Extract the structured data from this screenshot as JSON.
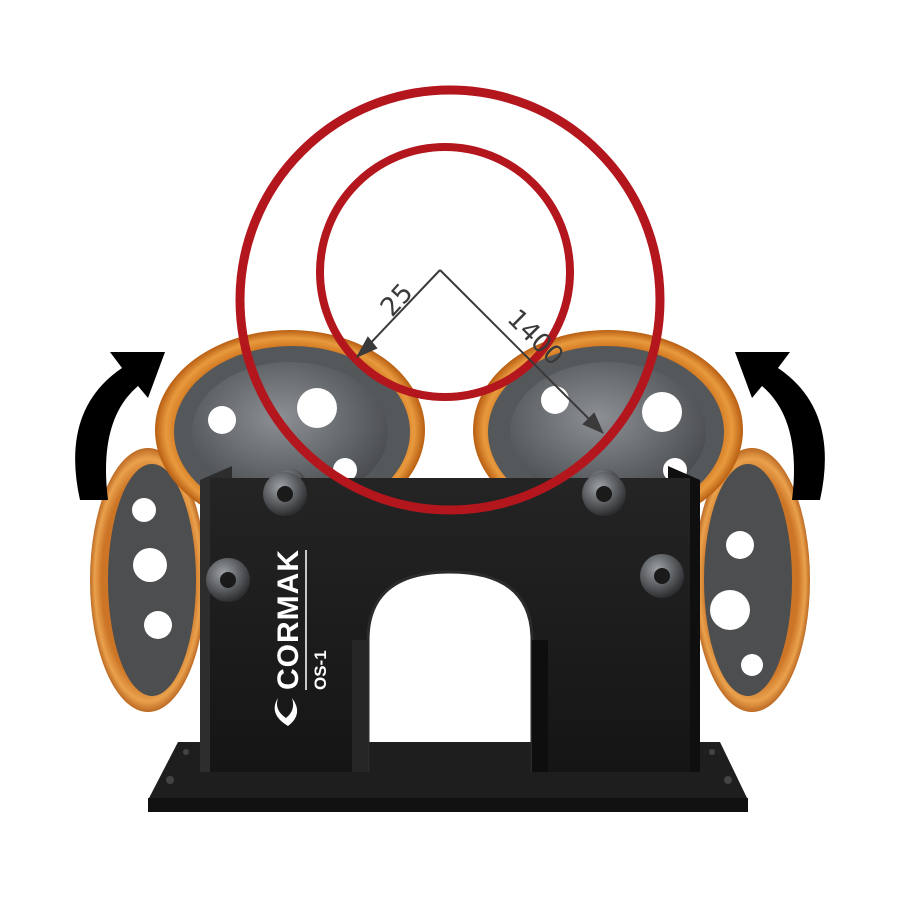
{
  "product": {
    "brand": "CORMAK",
    "model": "OS-1"
  },
  "dimensions": {
    "min_diameter_label": "25",
    "max_diameter_label": "1400"
  },
  "colors": {
    "ring": "#b3161c",
    "roller_tread": "#d9781e",
    "roller_hub": "#5a5d60",
    "frame": "#1b1b1b",
    "arrow": "#000000",
    "dimension_line": "#3a3a3a"
  },
  "icons": [
    "curved-arrow-left-icon",
    "curved-arrow-right-icon",
    "cormak-swoosh-icon"
  ]
}
